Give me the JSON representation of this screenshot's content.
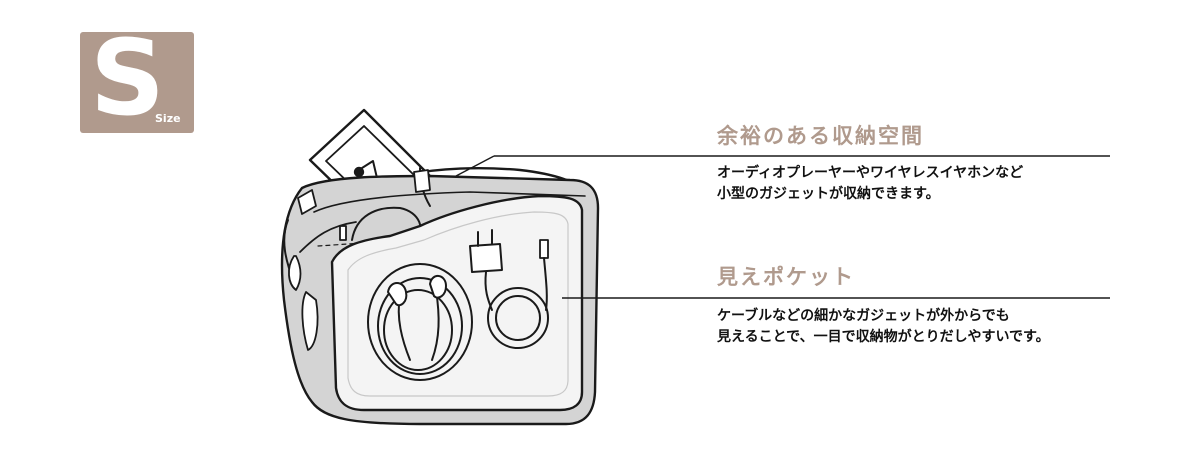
{
  "colors": {
    "accent": "#B09A8D",
    "text": "#111111",
    "line": "#1a1a1a",
    "bag_gray": "#D4D4D4",
    "window_light": "#F4F4F4"
  },
  "size_badge": {
    "letter": "S",
    "word": "Size"
  },
  "callouts": [
    {
      "title": "余裕のある収納空間",
      "body": [
        "オーディオプレーヤーやワイヤレスイヤホンなど",
        "小型のガジェットが収納できます。"
      ]
    },
    {
      "title": "見えポケット",
      "body": [
        "ケーブルなどの細かなガジェットが外からでも",
        "見えることで、一目で収納物がとりだしやすいです。"
      ]
    }
  ]
}
